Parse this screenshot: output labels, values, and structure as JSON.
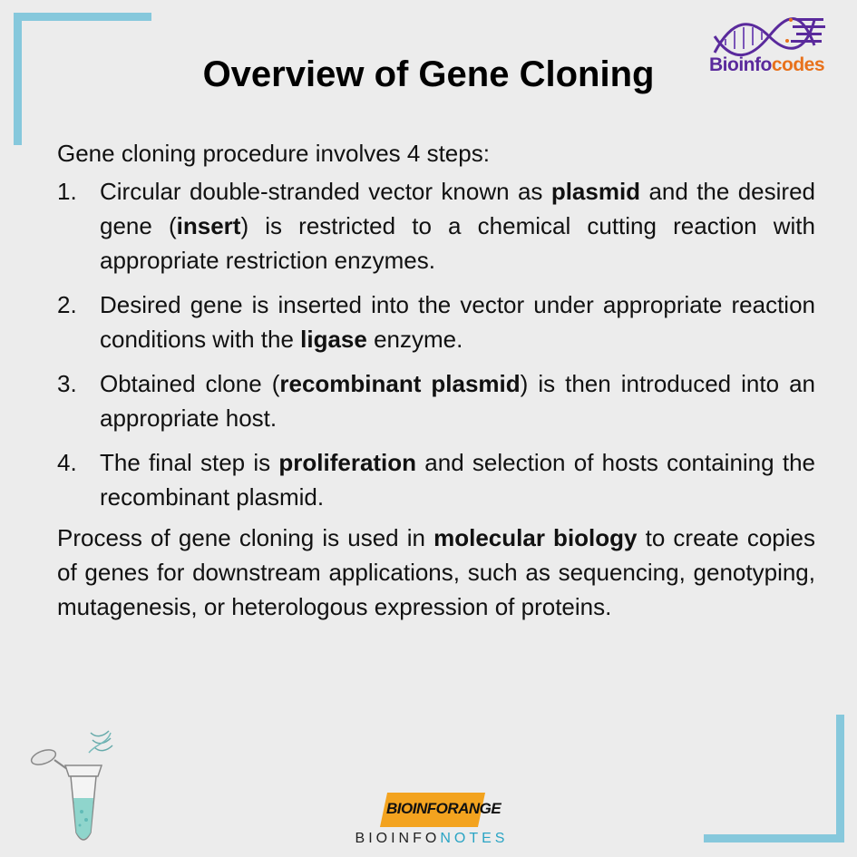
{
  "title": "Overview of Gene Cloning",
  "logo_top_right": {
    "part1": "Bioinfo",
    "part2": "codes",
    "icon": "dna-helix-icon"
  },
  "intro": "Gene cloning procedure involves 4 steps:",
  "steps": [
    {
      "num": "1.",
      "pre": "Circular double-stranded vector known as ",
      "b1": "plasmid",
      "mid": " and the desired gene (",
      "b2": "insert",
      "post": ") is restricted to a chemical cutting reaction with appropriate restriction enzymes."
    },
    {
      "num": "2.",
      "pre": "Desired gene is inserted into the vector under appropriate reaction conditions with the ",
      "b1": "ligase",
      "post": " enzyme."
    },
    {
      "num": "3.",
      "pre": "Obtained clone (",
      "b1": "recombinant plasmid",
      "post": ") is then introduced into an appropriate host."
    },
    {
      "num": "4.",
      "pre": "The final step is ",
      "b1": "proliferation",
      "post": " and selection of hosts containing the recombinant plasmid."
    }
  ],
  "outro": {
    "pre": "Process of gene cloning is used in ",
    "b1": "molecular biology",
    "post": " to create copies of genes for downstream applications, such as sequencing, genotyping, mutagenesis, or heterologous expression of proteins."
  },
  "bottom_logo": {
    "badge": "BIOINFORANGE",
    "text1": "BIOINFO",
    "text2": "NOTES",
    "icon": "test-tube-icon"
  },
  "colors": {
    "frame": "#86c8dc",
    "accent_orange": "#f3a31f",
    "logo_purple": "#5a2a9c",
    "logo_orange": "#e8711b",
    "notes_blue": "#2aa4c4"
  }
}
